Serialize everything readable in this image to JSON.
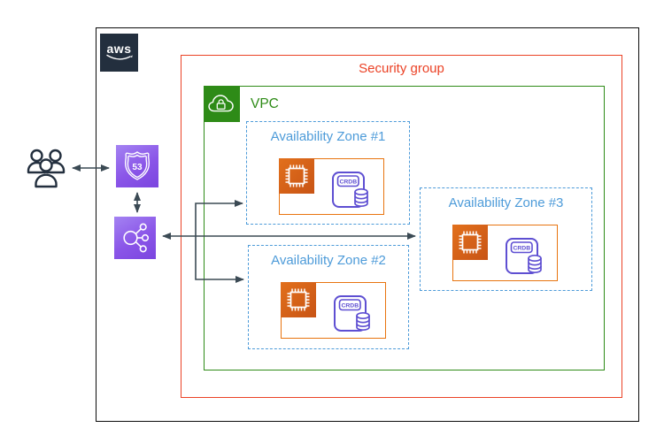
{
  "aws_cloud": {
    "logo_text": "aws"
  },
  "security_group": {
    "label": "Security group",
    "border_color": "#EB4226"
  },
  "vpc": {
    "label": "VPC",
    "border_color": "#2E8B17"
  },
  "availability_zones": [
    {
      "label": "Availability Zone #1"
    },
    {
      "label": "Availability Zone #2"
    },
    {
      "label": "Availability Zone #3"
    }
  ],
  "nodes": {
    "db_label": "CRDB"
  },
  "route53": {
    "badge": "53"
  },
  "colors": {
    "az_border": "#4D9BD9",
    "instance_box_border": "#E8740F",
    "ec2_fill": "#D45F13",
    "db_purple": "#5E4FD2",
    "icon_purple_light": "#A483F2",
    "icon_purple_dark": "#7B45DF",
    "aws_navy": "#232F3E",
    "arrow": "#3B4A54",
    "outer_border": "#0B0B0B"
  }
}
